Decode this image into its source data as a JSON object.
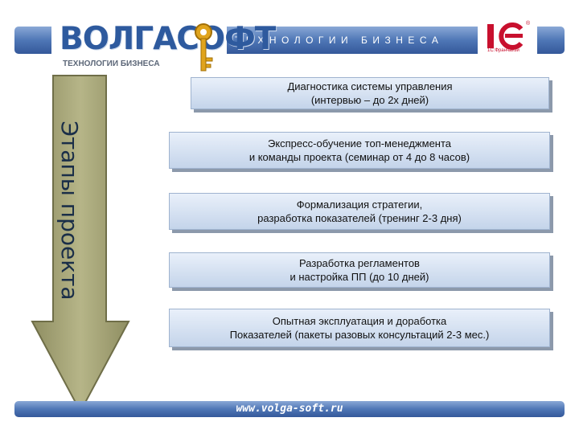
{
  "header": {
    "logo_text": "ВОЛГАСОФТ",
    "logo_subtitle": "ТЕХНОЛОГИИ БИЗНЕСА",
    "tagline": "ТЕХНОЛОГИИ БИЗНЕСА",
    "partner_logo_text": "1С",
    "partner_subtitle": "1С:Франчайзи",
    "partner_mark": "®",
    "brand_color": "#2e5a9e",
    "bar_color": "#4f77b6",
    "partner_color": "#c8102e"
  },
  "arrow": {
    "label": "Этапы проекта",
    "fill_color": "#a8a77a"
  },
  "stages": [
    {
      "line1": "Диагностика системы управления",
      "line2": "(интервью – до 2х дней)"
    },
    {
      "line1": "Экспресс-обучение топ-менеджмента",
      "line2": "и команды проекта (семинар от 4 до 8 часов)"
    },
    {
      "line1": "Формализация стратегии,",
      "line2": "разработка показателей (тренинг 2-3 дня)"
    },
    {
      "line1": "Разработка регламентов",
      "line2": "и настройка ПП (до 10 дней)"
    },
    {
      "line1": "Опытная эксплуатация и доработка",
      "line2": "Показателей (пакеты разовых консультаций 2-3 мес.)"
    }
  ],
  "footer": {
    "url": "www.volga-soft.ru"
  }
}
